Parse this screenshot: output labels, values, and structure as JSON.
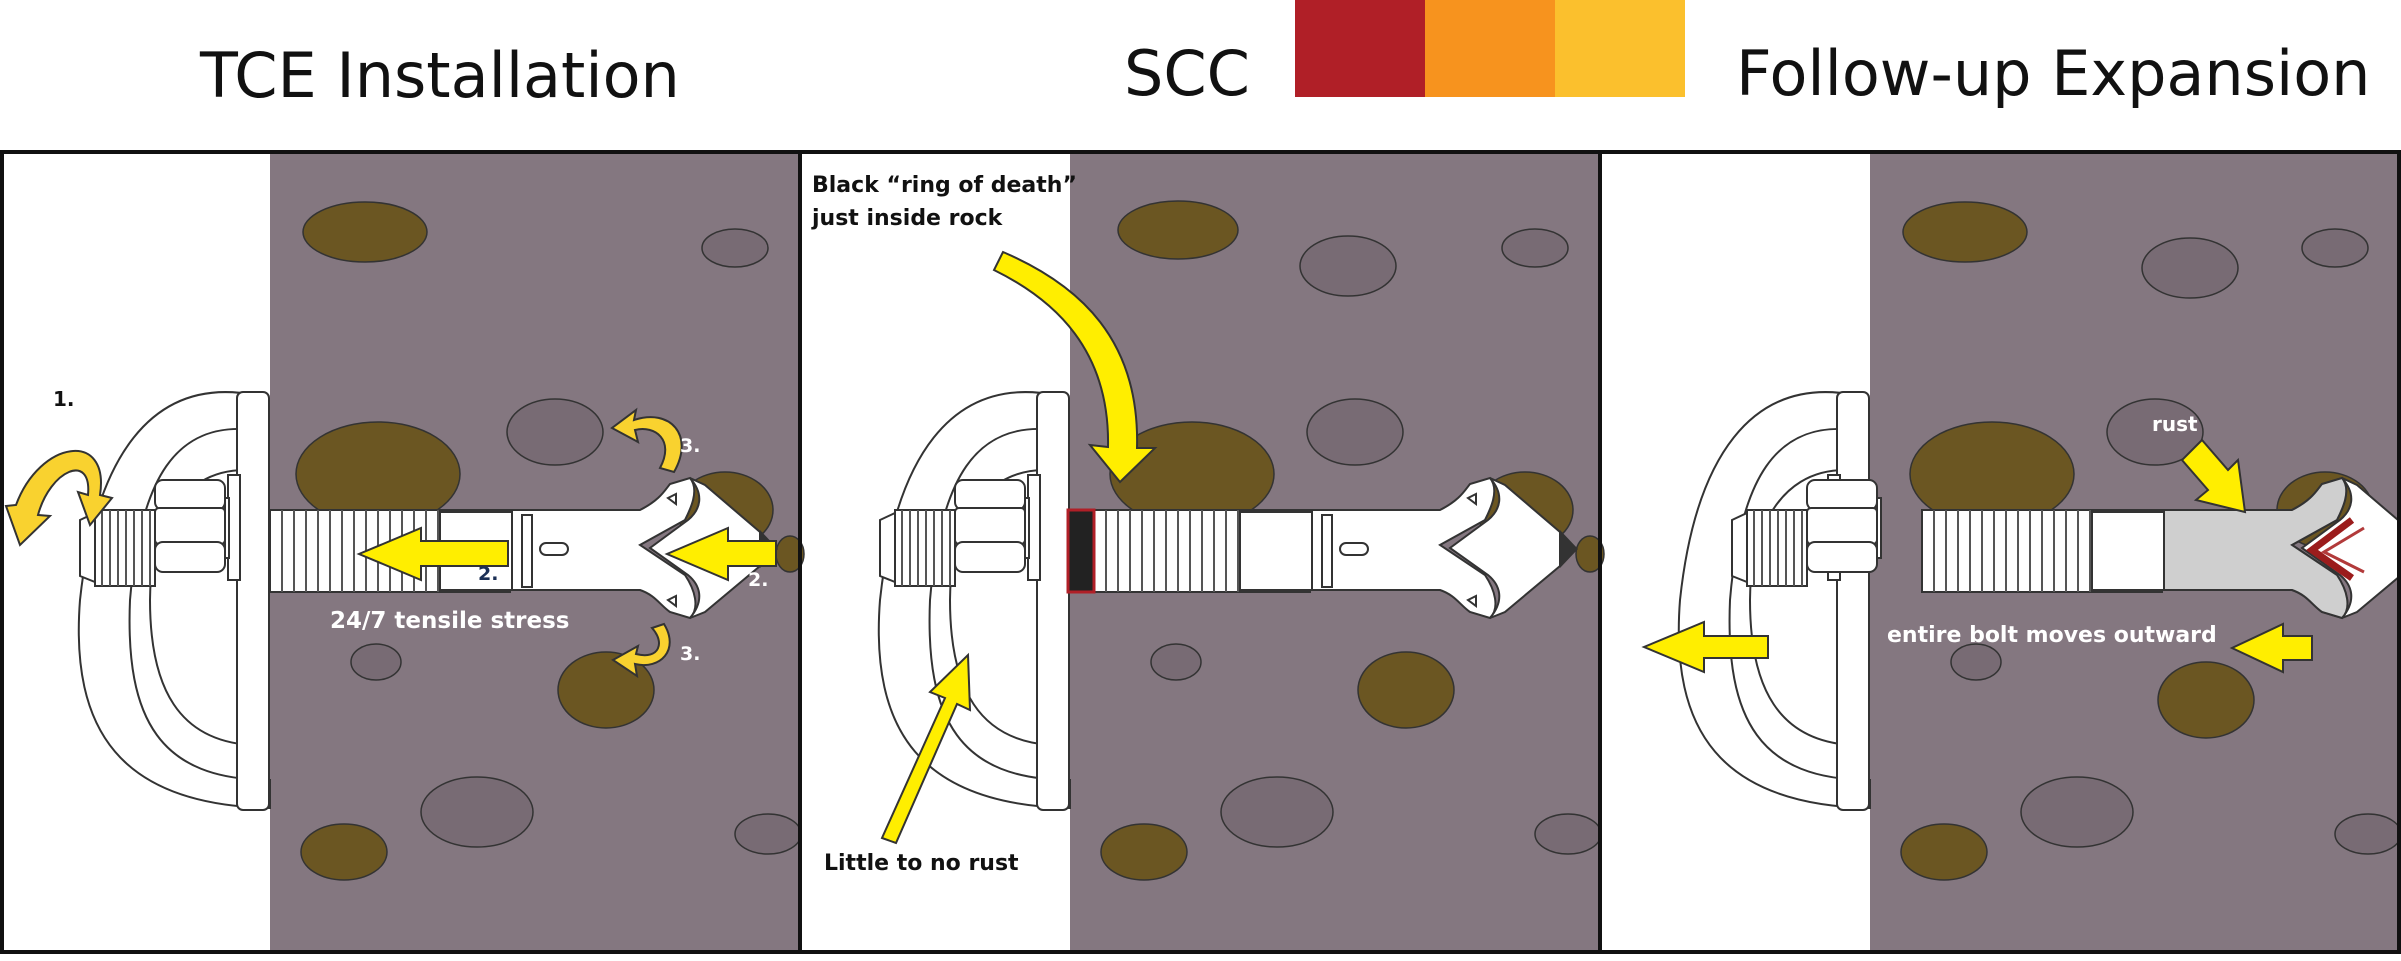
{
  "titles": {
    "installation": "TCE Installation",
    "scc": "SCC",
    "expansion": "Follow-up Expansion"
  },
  "colors": {
    "rock": "#847780",
    "pebble_brown": "#6b5622",
    "pebble_gray": "#786b74",
    "arrow_yellow": "#ffee00",
    "curved_arrow_yellow": "#f9d22f",
    "scc_red": "#b01f27",
    "scc_orange": "#f7931e",
    "scc_yellow": "#fbc02d",
    "rust_red": "#9b1c1c",
    "ring_black": "#222222"
  },
  "panel1": {
    "step1": "1.",
    "step2a": "2.",
    "step2b": "2.",
    "step3a": "3.",
    "step3b": "3.",
    "stress": "24/7 tensile stress"
  },
  "panel2": {
    "ring_line1": "Black “ring of death”",
    "ring_line2": "just inside rock",
    "little_rust": "Little to no rust"
  },
  "panel3": {
    "rust": "rust",
    "moves": "entire bolt moves outward"
  }
}
